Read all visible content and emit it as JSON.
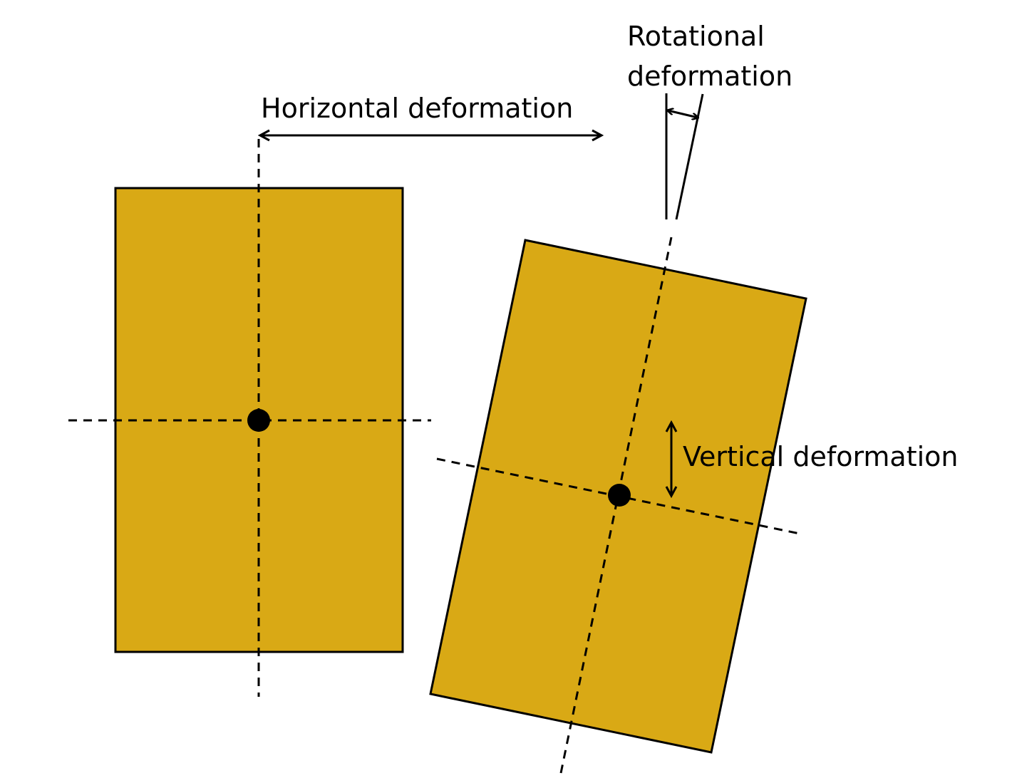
{
  "labels": {
    "horizontal": "Horizontal deformation",
    "rotational_line1": "Rotational",
    "rotational_line2": "deformation",
    "vertical": "Vertical deformation"
  },
  "colors": {
    "block_fill": "#D9A915",
    "stroke": "#000000"
  }
}
